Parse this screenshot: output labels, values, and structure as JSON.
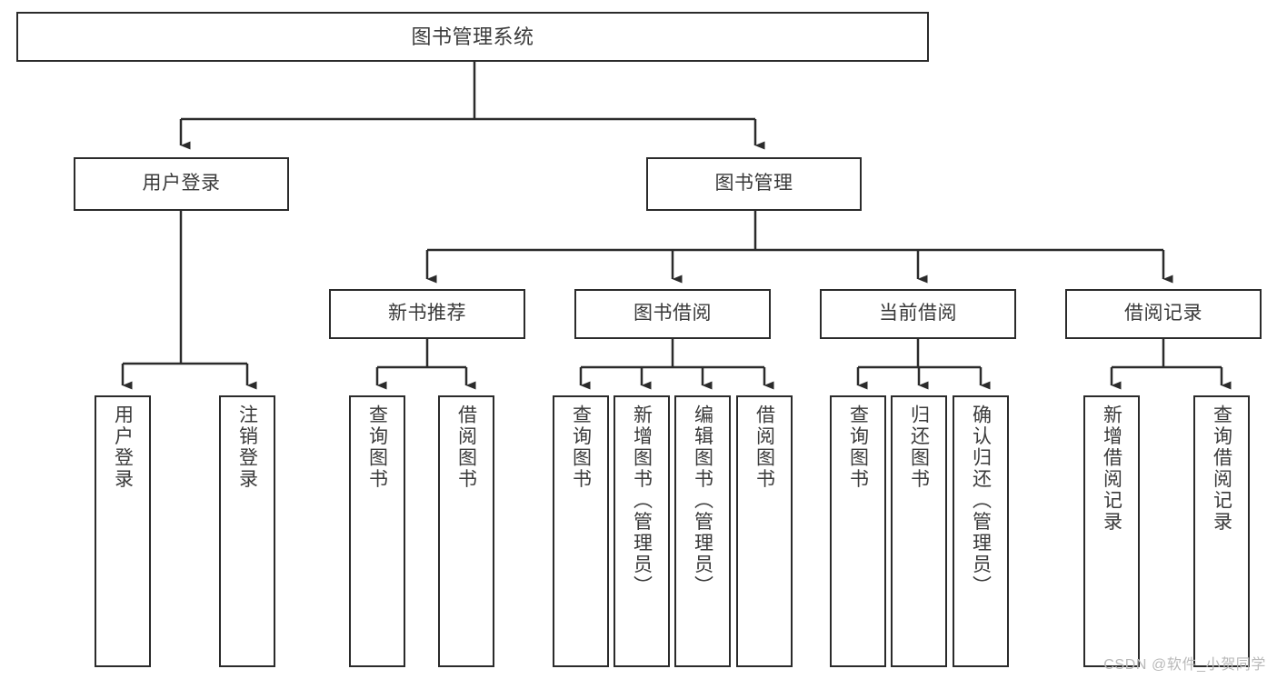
{
  "diagram": {
    "title": "图书管理系统",
    "type": "tree-hierarchy-chart",
    "stroke_color": "#2b2b2b",
    "text_color": "#3a3a3a",
    "background_color": "#ffffff",
    "nodes": {
      "root": {
        "label": "图书管理系统"
      },
      "level2": [
        {
          "id": "user-login",
          "label": "用户登录"
        },
        {
          "id": "book-management",
          "label": "图书管理"
        }
      ],
      "level3": [
        {
          "id": "new-book-recommend",
          "label": "新书推荐"
        },
        {
          "id": "book-borrow",
          "label": "图书借阅"
        },
        {
          "id": "current-borrow",
          "label": "当前借阅"
        },
        {
          "id": "borrow-record",
          "label": "借阅记录"
        }
      ],
      "leaves": {
        "user_login": [
          {
            "id": "leaf-user-login",
            "label": "用户登录"
          },
          {
            "id": "leaf-logout-login",
            "label": "注销登录"
          }
        ],
        "new_book_recommend": [
          {
            "id": "leaf-query-book-1",
            "label": "查询图书"
          },
          {
            "id": "leaf-borrow-book-1",
            "label": "借阅图书"
          }
        ],
        "book_borrow": [
          {
            "id": "leaf-query-book-2",
            "label": "查询图书"
          },
          {
            "id": "leaf-add-book",
            "label": "新增图书（管理员）"
          },
          {
            "id": "leaf-edit-book",
            "label": "编辑图书（管理员）"
          },
          {
            "id": "leaf-borrow-book-2",
            "label": "借阅图书"
          }
        ],
        "current_borrow": [
          {
            "id": "leaf-query-book-3",
            "label": "查询图书"
          },
          {
            "id": "leaf-return-book",
            "label": "归还图书"
          },
          {
            "id": "leaf-confirm-return",
            "label": "确认归还（管理员）"
          }
        ],
        "borrow_record": [
          {
            "id": "leaf-add-record",
            "label": "新增借阅记录"
          },
          {
            "id": "leaf-query-record",
            "label": "查询借阅记录"
          }
        ]
      }
    },
    "watermark": "CSDN @软件_小贺同学"
  }
}
